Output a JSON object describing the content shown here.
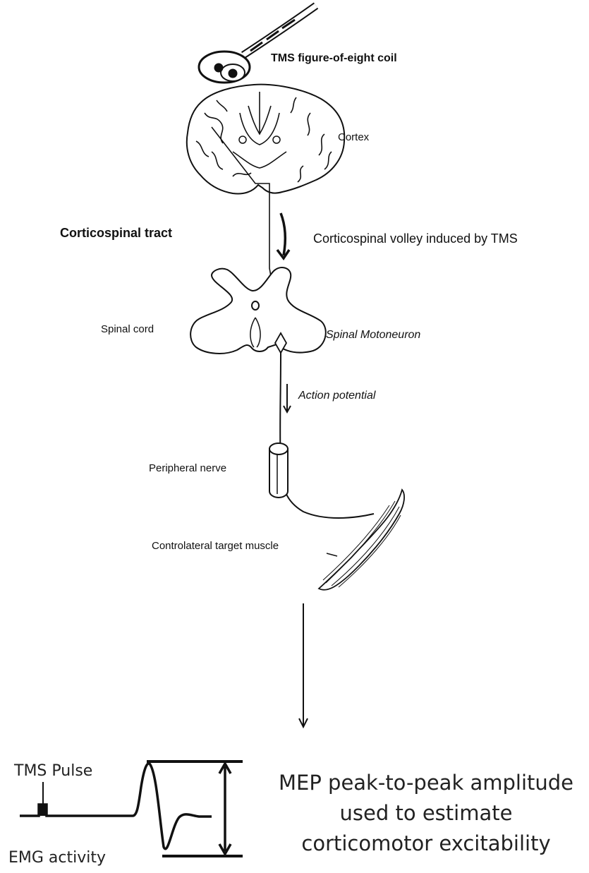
{
  "labels": {
    "coil": "TMS figure-of-eight coil",
    "cortex": "Cortex",
    "corticospinal_tract": "Corticospinal tract",
    "volley": "Corticospinal volley induced by TMS",
    "spinal_cord": "Spinal cord",
    "motoneuron": "Spinal Motoneuron",
    "action_potential": "Action potential",
    "peripheral_nerve": "Peripheral nerve",
    "target_muscle": "Controlateral target muscle",
    "tms_pulse": "TMS Pulse",
    "emg_activity": "EMG activity"
  },
  "mep_text": {
    "line1": "MEP peak-to-peak amplitude",
    "line2": "used to estimate",
    "line3": "corticomotor excitability"
  },
  "colors": {
    "ink": "#111111",
    "background": "#ffffff"
  }
}
